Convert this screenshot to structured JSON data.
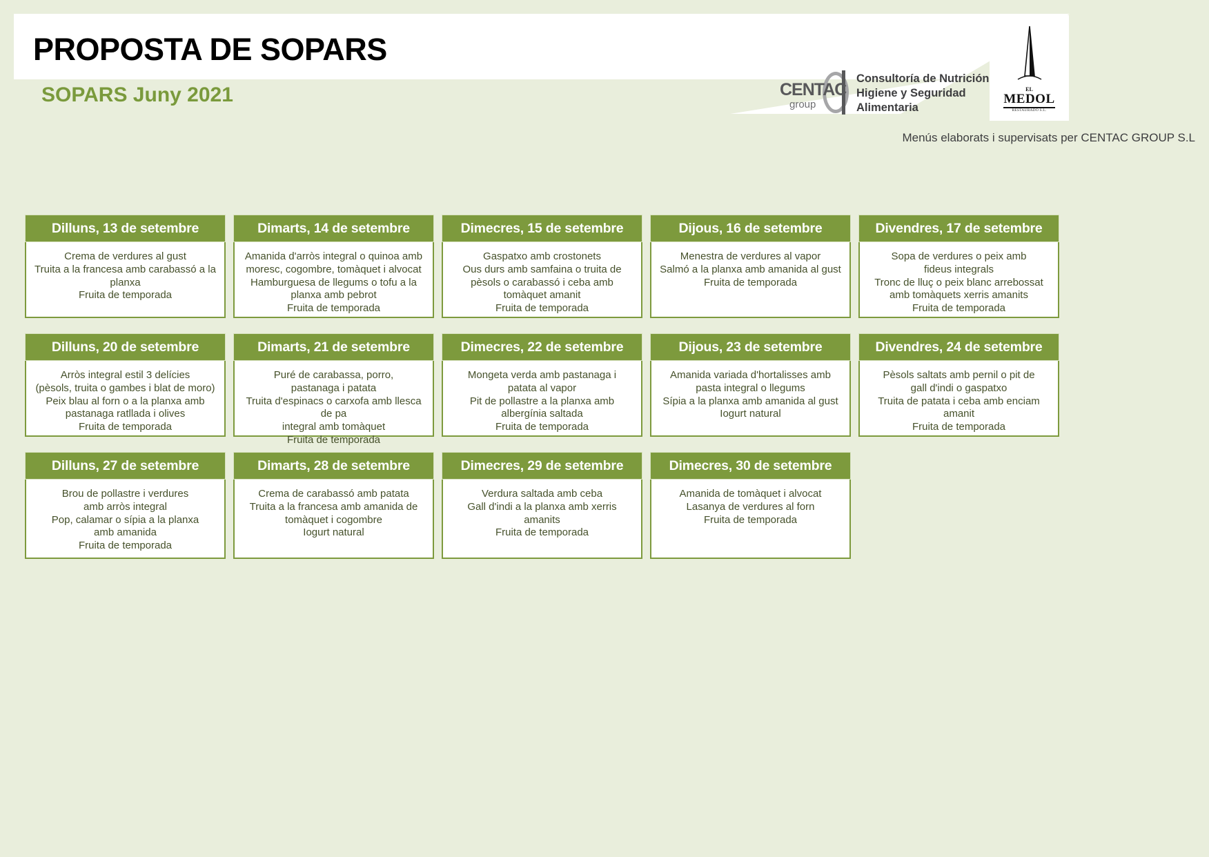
{
  "header": {
    "title": "PROPOSTA DE SOPARS",
    "subtitle": "SOPARS  Juny  2021",
    "supervised_note": "Menús elaborats i supervisats per CENTAC GROUP S.L",
    "accent_green": "#7d9a3d",
    "page_background": "#e9eedc"
  },
  "centac_logo": {
    "wordmark": "CENTAC",
    "group_word": "group",
    "tagline_line1": "Consultoría de Nutrición,",
    "tagline_line2": "Higiene y Seguridad",
    "tagline_line3": "Alimentaria"
  },
  "medol_logo": {
    "top_text": "EL",
    "main_text": "MEDOL",
    "sub_text": "RESTAURADÓ S.L."
  },
  "menu": {
    "rows": [
      [
        {
          "day": "Dilluns, 13 de setembre",
          "lines": [
            "Crema de verdures al gust",
            "Truita a la francesa amb carabassó a la",
            "planxa",
            "Fruita de temporada"
          ]
        },
        {
          "day": "Dimarts, 14 de setembre",
          "lines": [
            "Amanida d'arròs integral o quinoa amb",
            "moresc, cogombre, tomàquet i alvocat",
            "Hamburguesa de llegums o tofu a la",
            "planxa amb pebrot",
            "Fruita de temporada"
          ]
        },
        {
          "day": "Dimecres, 15 de setembre",
          "lines": [
            "Gaspatxo amb crostonets",
            "Ous durs amb samfaina o truita de",
            "pèsols o carabassó i ceba amb",
            "tomàquet amanit",
            "Fruita de temporada"
          ]
        },
        {
          "day": "Dijous, 16 de setembre",
          "lines": [
            "Menestra de verdures al vapor",
            "Salmó a la planxa amb amanida al gust",
            "Fruita de temporada"
          ]
        },
        {
          "day": "Divendres, 17 de setembre",
          "lines": [
            "Sopa de verdures o peix amb",
            "fideus integrals",
            "Tronc de lluç o peix blanc arrebossat",
            "amb tomàquets xerris amanits",
            "Fruita de temporada"
          ]
        }
      ],
      [
        {
          "day": "Dilluns, 20 de setembre",
          "lines": [
            "Arròs integral estil 3 delícies",
            "(pèsols, truita o gambes i blat de moro)",
            "Peix blau al forn o a la planxa amb",
            "pastanaga ratllada i olives",
            "Fruita de temporada"
          ]
        },
        {
          "day": "Dimarts, 21 de setembre",
          "lines": [
            "Puré de carabassa, porro,",
            "pastanaga i patata",
            "Truita d'espinacs o carxofa amb llesca de pa",
            "integral amb tomàquet",
            "Fruita de temporada"
          ]
        },
        {
          "day": "Dimecres, 22 de setembre",
          "lines": [
            "Mongeta verda amb pastanaga i",
            "patata al vapor",
            "Pit de pollastre a la planxa amb",
            "albergínia saltada",
            "Fruita de temporada"
          ]
        },
        {
          "day": "Dijous, 23 de setembre",
          "lines": [
            "Amanida variada d'hortalisses amb",
            "pasta integral o llegums",
            "Sípia a la planxa amb amanida al gust",
            "Iogurt natural"
          ]
        },
        {
          "day": "Divendres, 24 de setembre",
          "lines": [
            "Pèsols saltats amb pernil o pit de",
            "gall d'indi o gaspatxo",
            "Truita de patata i ceba amb enciam amanit",
            "Fruita de temporada"
          ]
        }
      ],
      [
        {
          "day": "Dilluns, 27 de setembre",
          "lines": [
            "Brou de pollastre i verdures",
            "amb arròs integral",
            "Pop, calamar o sípia a la planxa",
            "amb amanida",
            "Fruita de temporada"
          ]
        },
        {
          "day": "Dimarts, 28 de setembre",
          "lines": [
            "Crema de carabassó amb patata",
            "Truita a la francesa amb amanida de",
            "tomàquet i cogombre",
            "Iogurt natural"
          ]
        },
        {
          "day": "Dimecres, 29 de setembre",
          "lines": [
            "Verdura saltada amb ceba",
            "Gall d'indi a la planxa amb xerris",
            "amanits",
            "Fruita de temporada"
          ]
        },
        {
          "day": "Dimecres, 30 de setembre",
          "lines": [
            "Amanida de tomàquet i alvocat",
            "Lasanya de verdures al forn",
            "Fruita de temporada"
          ]
        }
      ]
    ]
  }
}
